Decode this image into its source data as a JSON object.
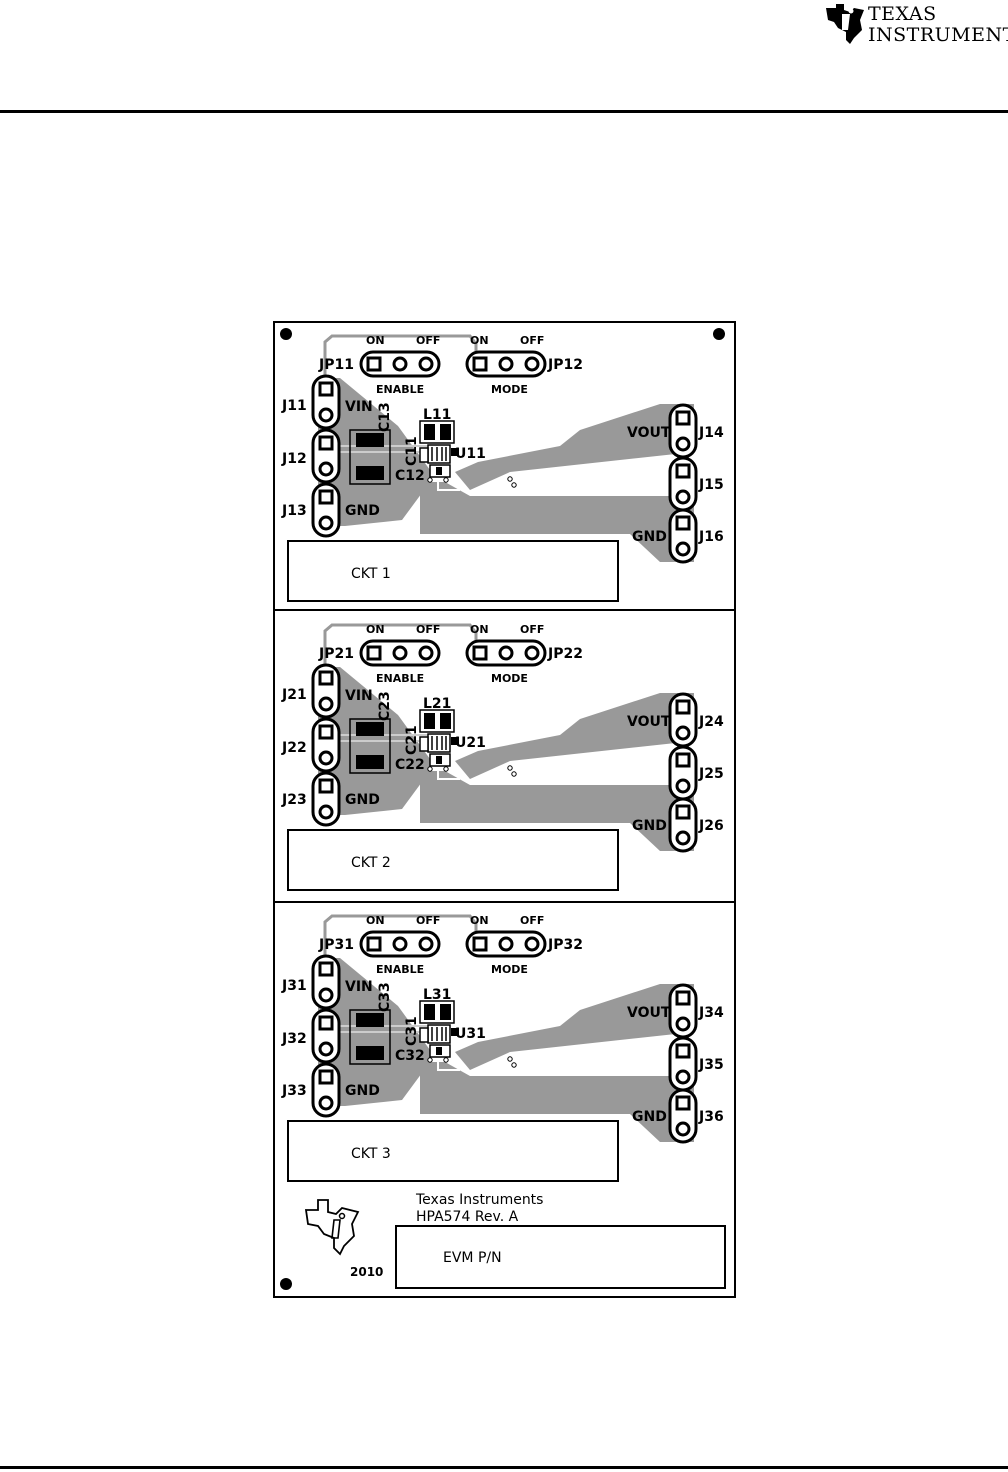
{
  "header": {
    "company_line1": "Texas",
    "company_line2": "Instruments"
  },
  "colors": {
    "copper": "#999999",
    "ink": "#000000",
    "paper": "#ffffff"
  },
  "circuits": [
    {
      "jp_enable": "JP11",
      "jp_mode": "JP12",
      "j_vin": "J11",
      "j_mid_in": "J12",
      "j_gnd_in": "J13",
      "j_vout": "J14",
      "j_mid_out": "J15",
      "j_gnd_out": "J16",
      "c_in": "C13",
      "c_a": "C11",
      "c_b": "C12",
      "inductor": "L11",
      "ic": "U11",
      "ckt_label": "CKT 1"
    },
    {
      "jp_enable": "JP21",
      "jp_mode": "JP22",
      "j_vin": "J21",
      "j_mid_in": "J22",
      "j_gnd_in": "J23",
      "j_vout": "J24",
      "j_mid_out": "J25",
      "j_gnd_out": "J26",
      "c_in": "C23",
      "c_a": "C21",
      "c_b": "C22",
      "inductor": "L21",
      "ic": "U21",
      "ckt_label": "CKT 2"
    },
    {
      "jp_enable": "JP31",
      "jp_mode": "JP32",
      "j_vin": "J31",
      "j_mid_in": "J32",
      "j_gnd_in": "J33",
      "j_vout": "J34",
      "j_mid_out": "J35",
      "j_gnd_out": "J36",
      "c_in": "C33",
      "c_a": "C31",
      "c_b": "C32",
      "inductor": "L31",
      "ic": "U31",
      "ckt_label": "CKT 3"
    }
  ],
  "labels": {
    "on": "ON",
    "off": "OFF",
    "enable": "ENABLE",
    "mode": "MODE",
    "vin": "VIN",
    "vout": "VOUT",
    "gnd": "GND"
  },
  "footer_block": {
    "company": "Texas Instruments",
    "board_rev": "HPA574  Rev. A",
    "year": "2010",
    "evm_pn": "EVM P/N"
  },
  "icons": {
    "header_logo": "ti-logo-icon",
    "board_logo": "ti-outline-logo-icon"
  }
}
